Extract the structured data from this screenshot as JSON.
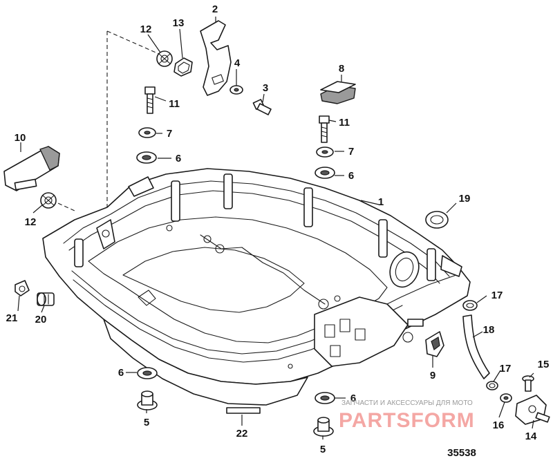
{
  "callouts": [
    {
      "id": "c1",
      "label": "1"
    },
    {
      "id": "c2",
      "label": "2"
    },
    {
      "id": "c3",
      "label": "3"
    },
    {
      "id": "c4",
      "label": "4"
    },
    {
      "id": "c5a",
      "label": "5"
    },
    {
      "id": "c5b",
      "label": "5"
    },
    {
      "id": "c6a",
      "label": "6"
    },
    {
      "id": "c6b",
      "label": "6"
    },
    {
      "id": "c6c",
      "label": "6"
    },
    {
      "id": "c6d",
      "label": "6"
    },
    {
      "id": "c7a",
      "label": "7"
    },
    {
      "id": "c7b",
      "label": "7"
    },
    {
      "id": "c8",
      "label": "8"
    },
    {
      "id": "c9",
      "label": "9"
    },
    {
      "id": "c10",
      "label": "10"
    },
    {
      "id": "c11a",
      "label": "11"
    },
    {
      "id": "c11b",
      "label": "11"
    },
    {
      "id": "c12a",
      "label": "12"
    },
    {
      "id": "c12b",
      "label": "12"
    },
    {
      "id": "c13",
      "label": "13"
    },
    {
      "id": "c14",
      "label": "14"
    },
    {
      "id": "c15",
      "label": "15"
    },
    {
      "id": "c16",
      "label": "16"
    },
    {
      "id": "c17a",
      "label": "17"
    },
    {
      "id": "c17b",
      "label": "17"
    },
    {
      "id": "c18",
      "label": "18"
    },
    {
      "id": "c19",
      "label": "19"
    },
    {
      "id": "c20",
      "label": "20"
    },
    {
      "id": "c21",
      "label": "21"
    },
    {
      "id": "c22",
      "label": "22"
    }
  ],
  "figure_number": "35538",
  "watermark": {
    "tagline": "ЗАПЧАСТИ И АКСЕССУАРЫ ДЛЯ МОТО",
    "brand": "PARTSFORM"
  }
}
